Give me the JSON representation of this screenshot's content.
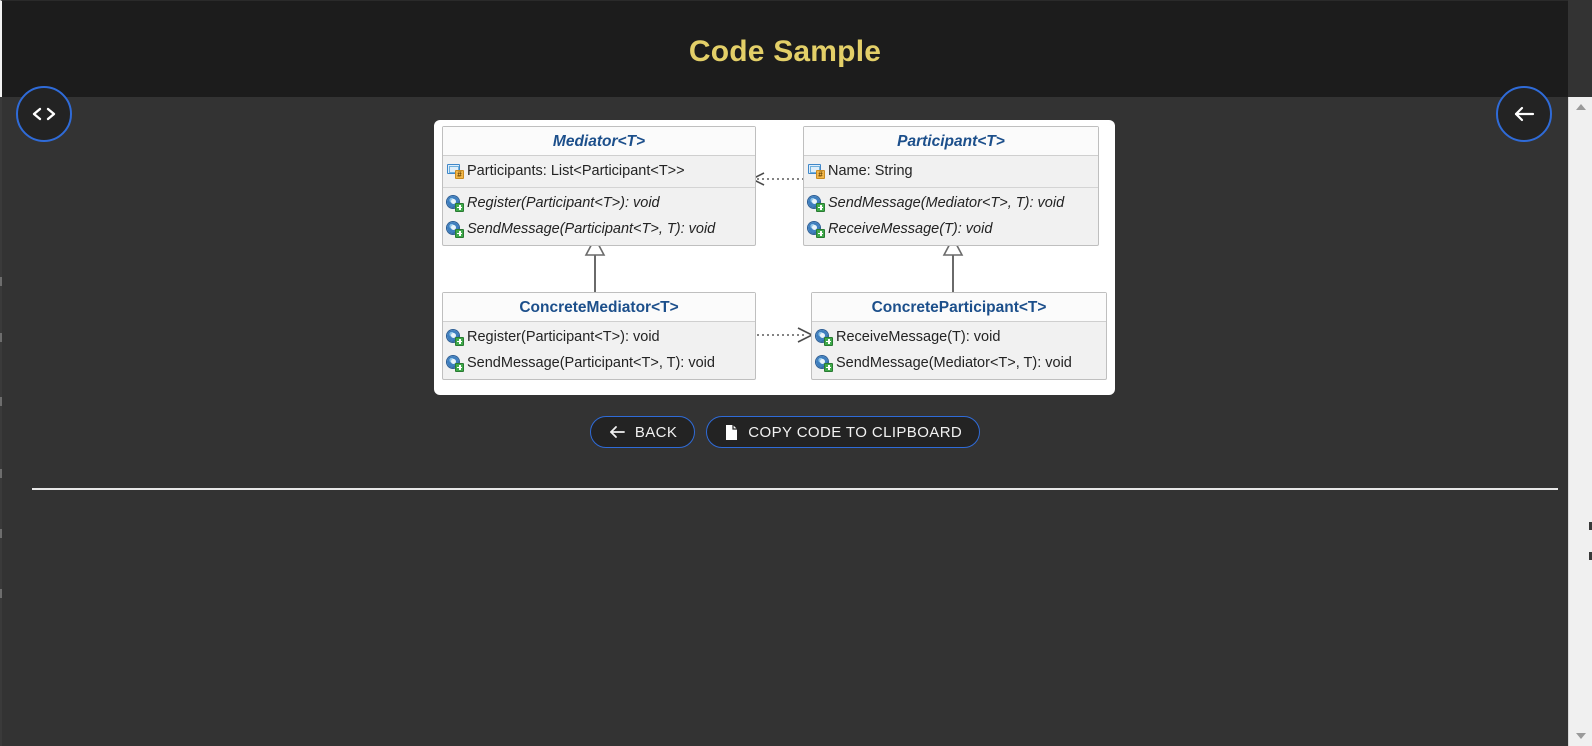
{
  "header": {
    "title": "Code Sample"
  },
  "fab": {
    "code_button_label": "<>",
    "back_button_label": "back-arrow"
  },
  "colors": {
    "header_bg": "#1c1c1c",
    "page_bg": "#333333",
    "title_accent": "#e3cf68",
    "button_border": "#2f6bd8",
    "uml_title_text": "#1c4f8b",
    "uml_box_bg": "#f1f1f1",
    "diagram_bg": "#ffffff"
  },
  "diagram": {
    "type": "uml-class-diagram",
    "pattern": "Mediator",
    "classes": [
      {
        "id": "mediator",
        "name": "Mediator<T>",
        "abstract": true,
        "properties": [
          {
            "icon": "property-icon",
            "text": "Participants: List<Participant<T>>"
          }
        ],
        "methods": [
          {
            "icon": "method-icon",
            "text": "Register(Participant<T>): void"
          },
          {
            "icon": "method-icon",
            "text": "SendMessage(Participant<T>, T): void"
          }
        ]
      },
      {
        "id": "participant",
        "name": "Participant<T>",
        "abstract": true,
        "properties": [
          {
            "icon": "property-icon",
            "text": "Name: String"
          }
        ],
        "methods": [
          {
            "icon": "method-icon",
            "text": "SendMessage(Mediator<T>, T): void"
          },
          {
            "icon": "method-icon",
            "text": "ReceiveMessage(T): void"
          }
        ]
      },
      {
        "id": "concrete-mediator",
        "name": "ConcreteMediator<T>",
        "abstract": false,
        "properties": [],
        "methods": [
          {
            "icon": "method-icon",
            "text": "Register(Participant<T>): void"
          },
          {
            "icon": "method-icon",
            "text": "SendMessage(Participant<T>, T): void"
          }
        ]
      },
      {
        "id": "concrete-participant",
        "name": "ConcreteParticipant<T>",
        "abstract": false,
        "properties": [],
        "methods": [
          {
            "icon": "method-icon",
            "text": "ReceiveMessage(T): void"
          },
          {
            "icon": "method-icon",
            "text": "SendMessage(Mediator<T>, T): void"
          }
        ]
      }
    ],
    "relations": [
      {
        "from": "participant",
        "to": "mediator",
        "style": "dotted",
        "arrow": "open",
        "kind": "dependency"
      },
      {
        "from": "concrete-mediator",
        "to": "mediator",
        "style": "solid",
        "arrow": "hollow-triangle",
        "kind": "inheritance"
      },
      {
        "from": "concrete-participant",
        "to": "participant",
        "style": "solid",
        "arrow": "hollow-triangle",
        "kind": "inheritance"
      },
      {
        "from": "concrete-mediator",
        "to": "concrete-participant",
        "style": "dotted",
        "arrow": "open",
        "kind": "dependency"
      }
    ]
  },
  "actions": {
    "back": {
      "label": "BACK",
      "icon": "arrow-left-icon"
    },
    "copy": {
      "label": "COPY CODE TO CLIPBOARD",
      "icon": "copy-file-icon"
    }
  },
  "scrollbar": {
    "up_label": "scroll-up",
    "down_label": "scroll-down"
  }
}
